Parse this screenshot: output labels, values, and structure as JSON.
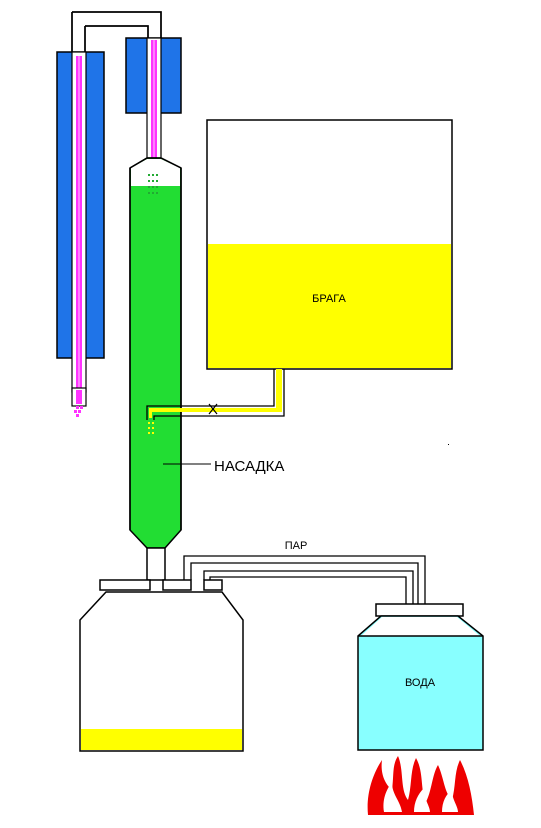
{
  "labels": {
    "braga": "БРАГА",
    "nasadka": "НАСАДКА",
    "par": "ПАР",
    "voda": "ВОДА"
  },
  "colors": {
    "background": "#ffffff",
    "outline": "#000000",
    "cooling_jacket": "#1f74e8",
    "distillate_tube": "#ff33ff",
    "column_packing": "#22dd33",
    "mash": "#ffff00",
    "water": "#88ffff",
    "flame": "#ee0000"
  },
  "icons": {
    "valve": "valve-icon",
    "flame": "flame-icon"
  }
}
